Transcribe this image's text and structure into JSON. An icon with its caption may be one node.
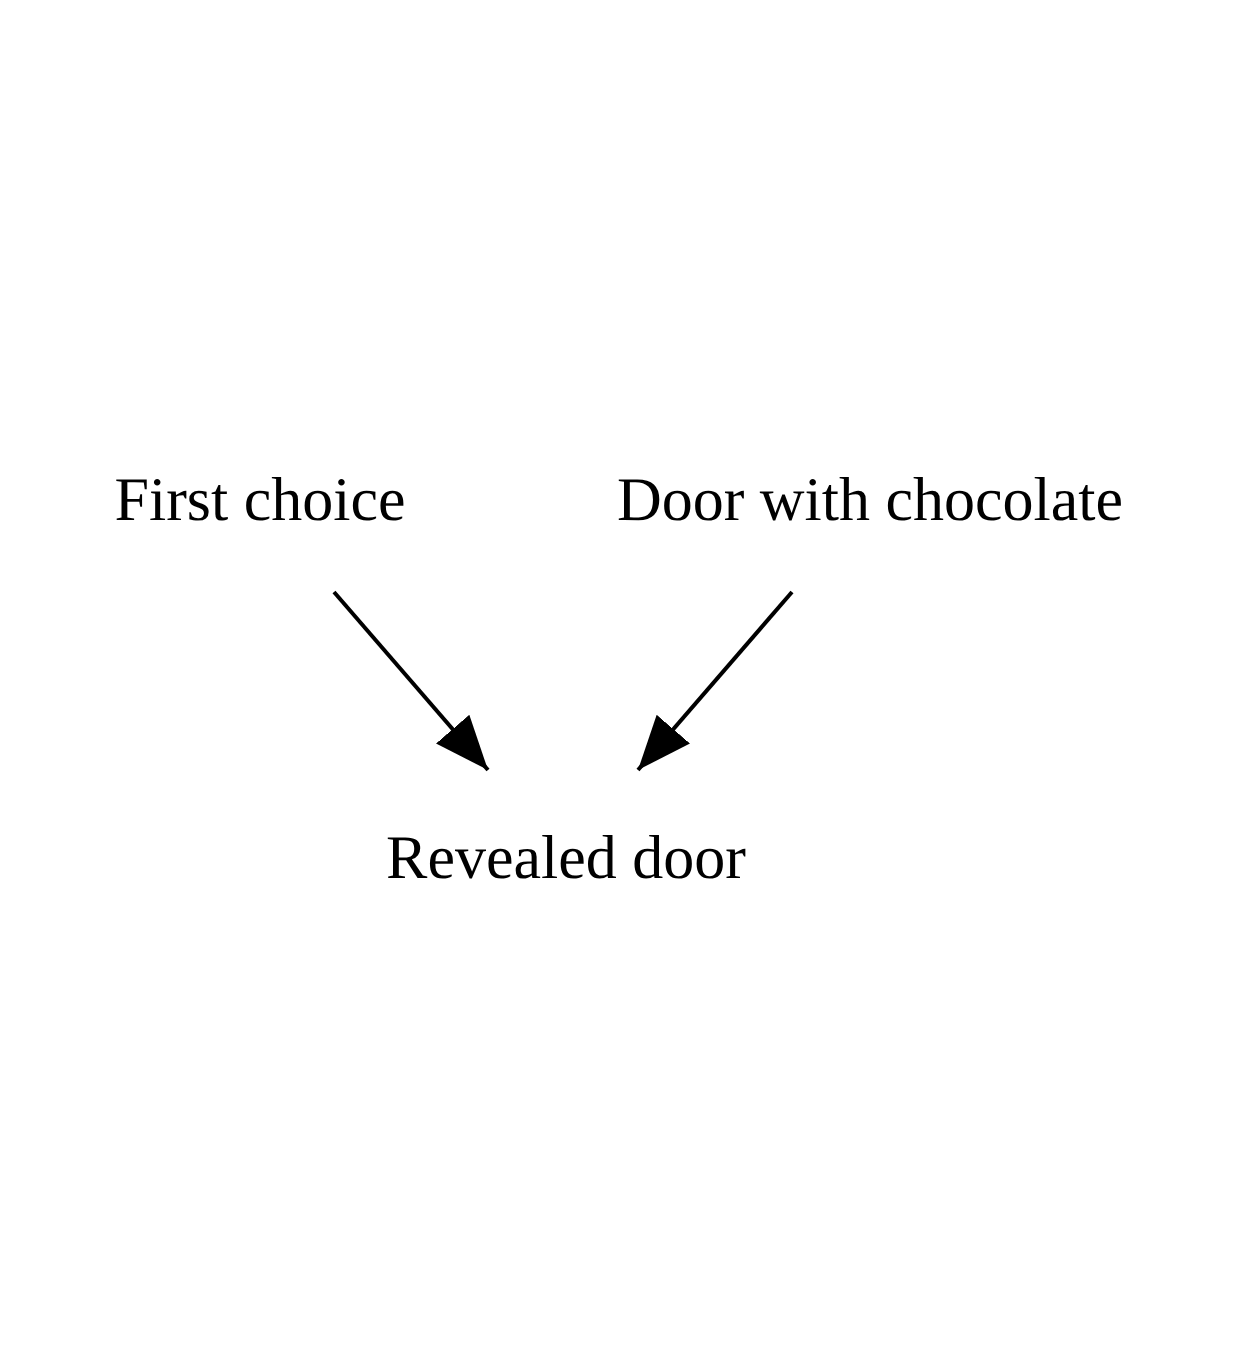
{
  "diagram": {
    "nodes": [
      {
        "text": [
          "First choice"
        ]
      },
      {
        "text": [
          "Door with chocolate"
        ]
      },
      {
        "text": [
          "Revealed door"
        ]
      }
    ],
    "edges": [
      {
        "from": 0,
        "to": 2,
        "arrow": "to"
      },
      {
        "from": 1,
        "to": 2,
        "arrow": "to"
      }
    ]
  }
}
